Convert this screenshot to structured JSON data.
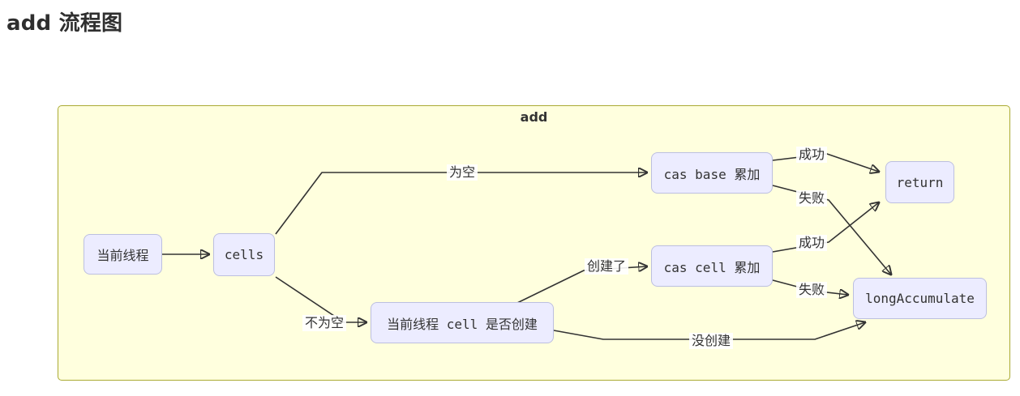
{
  "page": {
    "title": "add 流程图"
  },
  "diagram": {
    "container_label": "add",
    "colors": {
      "container_fill": "#ffffde",
      "container_border": "#aaaa33",
      "node_fill": "#ececff",
      "node_border": "#bcbfe0",
      "edge": "#333333",
      "text": "#333333"
    },
    "nodes": {
      "current_thread": "当前线程",
      "cells": "cells",
      "cas_base": "cas base 累加",
      "cell_created_check": "当前线程 cell 是否创建",
      "cas_cell": "cas cell 累加",
      "return": "return",
      "long_accumulate": "longAccumulate"
    },
    "edge_labels": {
      "is_empty": "为空",
      "not_empty": "不为空",
      "created": "创建了",
      "not_created": "没创建",
      "base_success": "成功",
      "base_fail": "失败",
      "cell_success": "成功",
      "cell_fail": "失败"
    }
  }
}
